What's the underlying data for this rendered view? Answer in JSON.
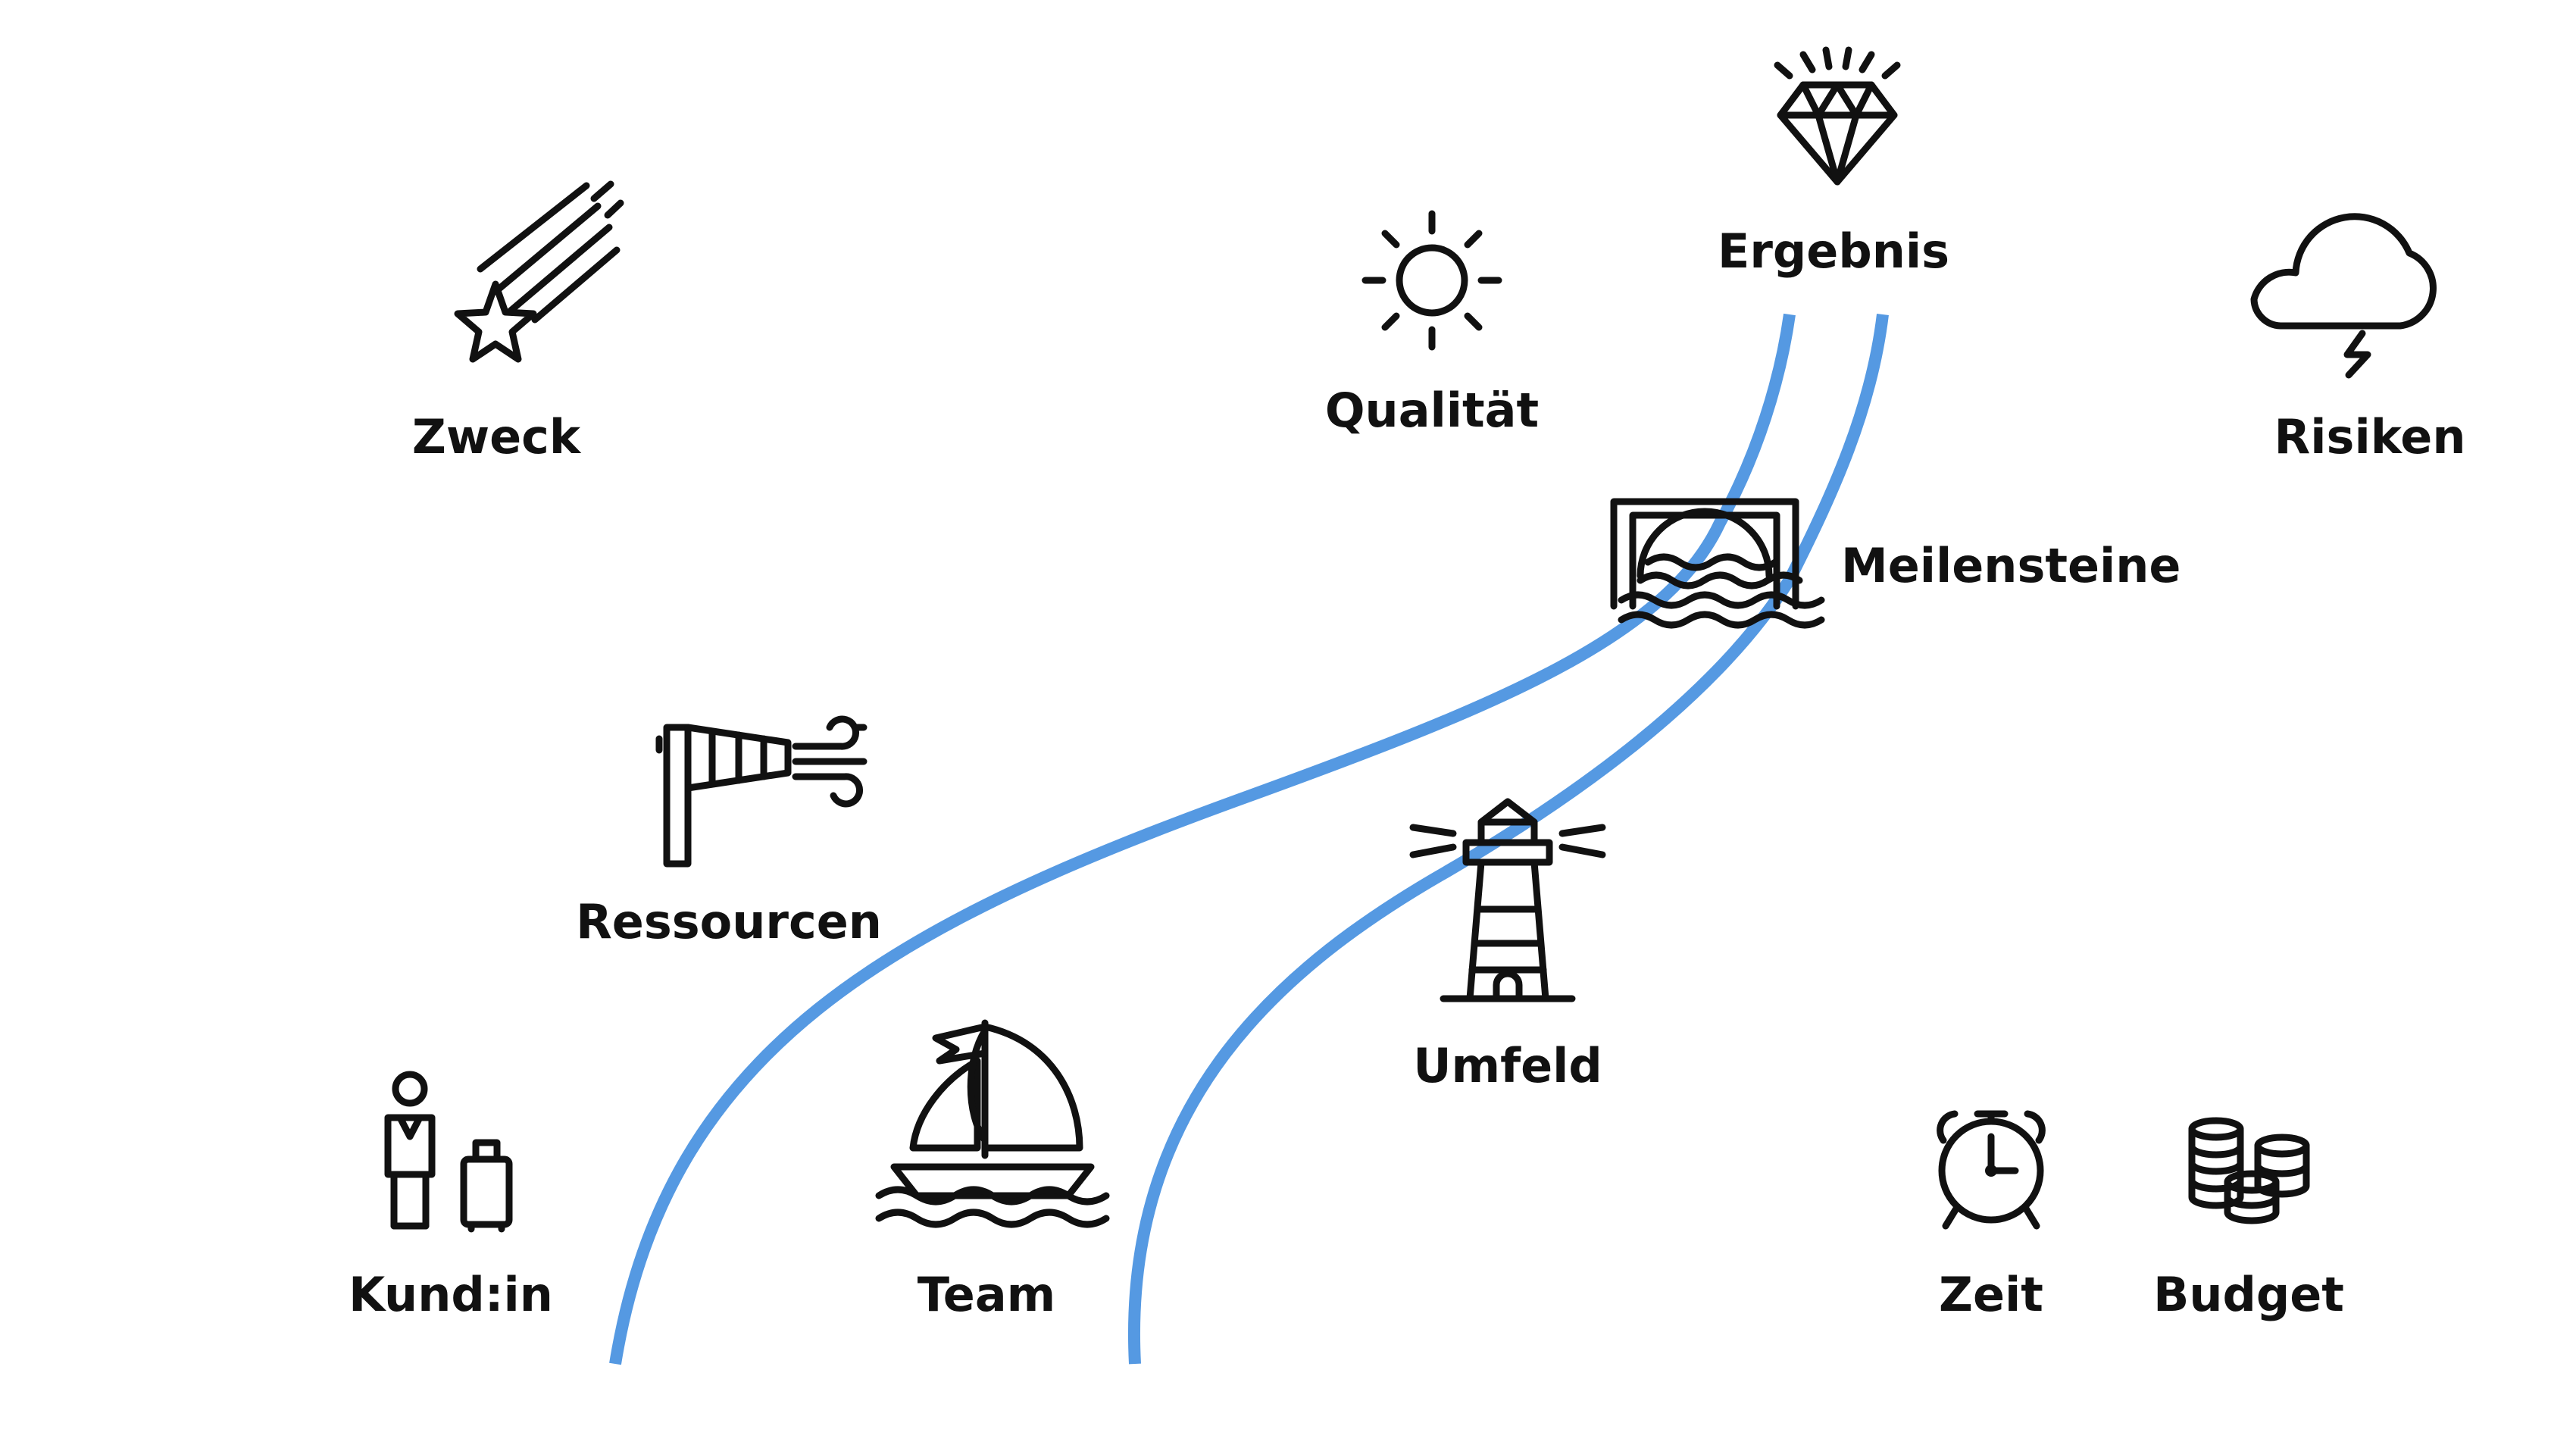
{
  "colors": {
    "river": "#5599e2",
    "ink": "#111111",
    "background": "#ffffff"
  },
  "nodes": {
    "zweck": {
      "label": "Zweck",
      "icon": "shooting-star-icon"
    },
    "qualitaet": {
      "label": "Qualität",
      "icon": "sun-icon"
    },
    "ergebnis": {
      "label": "Ergebnis",
      "icon": "diamond-icon"
    },
    "risiken": {
      "label": "Risiken",
      "icon": "storm-cloud-icon"
    },
    "meilensteine": {
      "label": "Meilensteine",
      "icon": "bridge-icon"
    },
    "ressourcen": {
      "label": "Ressourcen",
      "icon": "windsock-icon"
    },
    "umfeld": {
      "label": "Umfeld",
      "icon": "lighthouse-icon"
    },
    "kundin": {
      "label": "Kund:in",
      "icon": "traveler-icon"
    },
    "team": {
      "label": "Team",
      "icon": "sailboat-icon"
    },
    "zeit": {
      "label": "Zeit",
      "icon": "alarm-clock-icon"
    },
    "budget": {
      "label": "Budget",
      "icon": "coins-icon"
    }
  }
}
